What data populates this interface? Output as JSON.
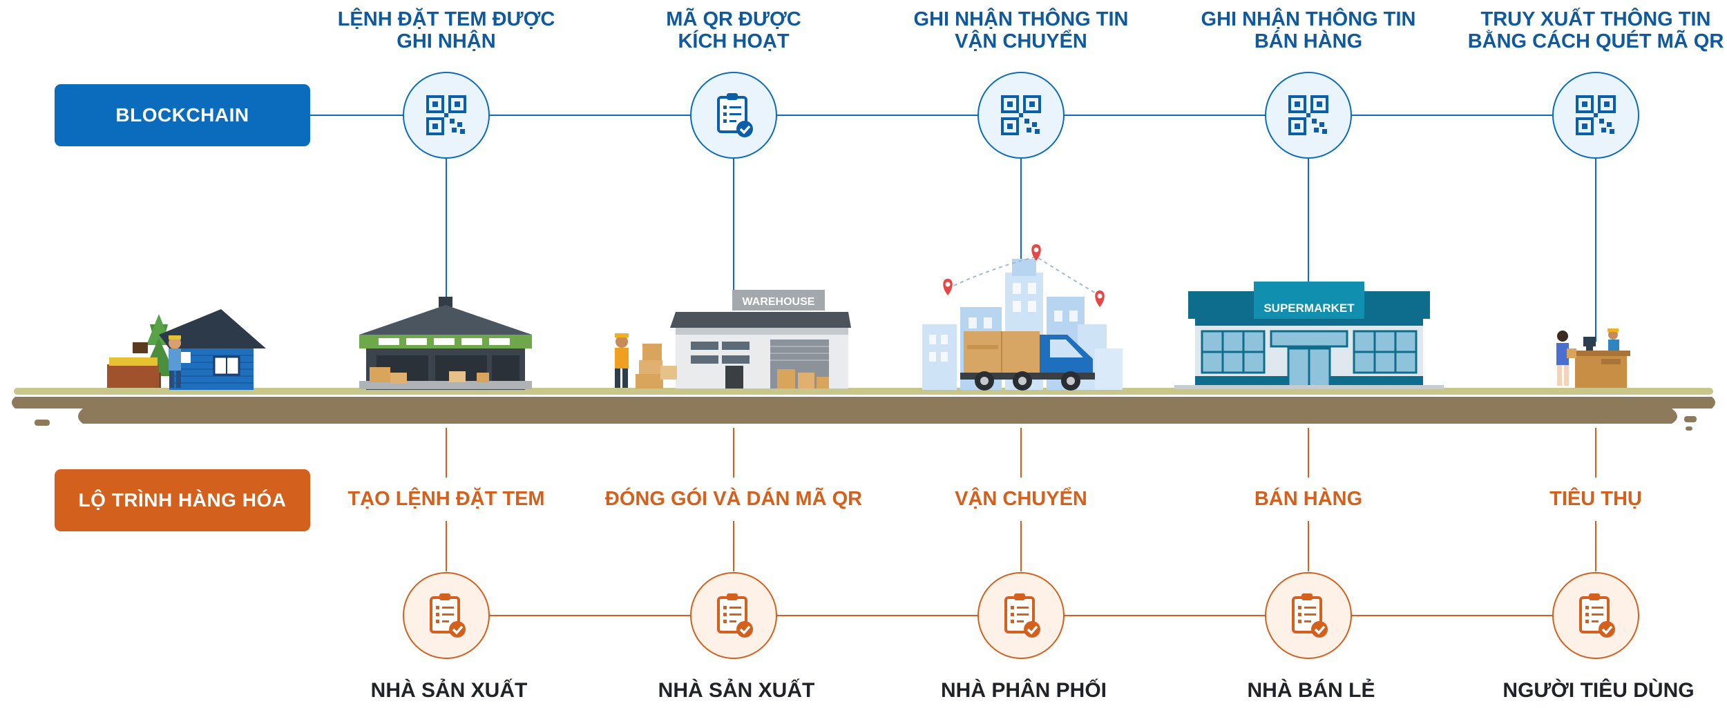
{
  "lanes": {
    "blockchain": "BLOCKCHAIN",
    "goods_route": "LỘ TRÌNH HÀNG HÓA"
  },
  "steps": [
    {
      "blockchain_title": [
        "LỆNH ĐẶT TEM ĐƯỢC",
        "GHI NHẬN"
      ],
      "blockchain_icon": "qr-code-icon",
      "scene": "factory",
      "route_action": "TẠO LỆNH ĐẶT TEM",
      "route_icon": "clipboard-check-icon",
      "actor": "NHÀ SẢN XUẤT"
    },
    {
      "blockchain_title": [
        "MÃ QR ĐƯỢC",
        "KÍCH HOẠT"
      ],
      "blockchain_icon": "clipboard-check-icon",
      "scene": "warehouse",
      "route_action": "ĐÓNG GÓI VÀ DÁN MÃ QR",
      "route_icon": "clipboard-check-icon",
      "actor": "NHÀ SẢN XUẤT"
    },
    {
      "blockchain_title": [
        "GHI NHẬN THÔNG TIN",
        "VẬN CHUYỂN"
      ],
      "blockchain_icon": "qr-code-icon",
      "scene": "delivery-truck",
      "route_action": "VẬN CHUYỂN",
      "route_icon": "clipboard-check-icon",
      "actor": "NHÀ PHÂN PHỐI"
    },
    {
      "blockchain_title": [
        "GHI NHẬN THÔNG TIN",
        "BÁN HÀNG"
      ],
      "blockchain_icon": "qr-code-icon",
      "scene": "supermarket",
      "route_action": "BÁN HÀNG",
      "route_icon": "clipboard-check-icon",
      "actor": "NHÀ BÁN LẺ"
    },
    {
      "blockchain_title": [
        "TRUY XUẤT THÔNG TIN",
        "BẰNG CÁCH QUÉT MÃ QR"
      ],
      "blockchain_icon": "qr-code-icon",
      "scene": "checkout-counter",
      "route_action": "TIÊU THỤ",
      "route_icon": "clipboard-check-icon",
      "actor": "NGƯỜI TIÊU DÙNG"
    }
  ],
  "scene_signs": {
    "warehouse": "WAREHOUSE",
    "supermarket": "SUPERMARKET"
  },
  "colors": {
    "blockchain_blue": "#0b6bbd",
    "route_orange": "#d4601d",
    "node_fill": "#eaf4fd",
    "route_node_fill": "#fdf1e8",
    "ground": "#8c7a5b",
    "ground_line": "#c9c68a"
  }
}
